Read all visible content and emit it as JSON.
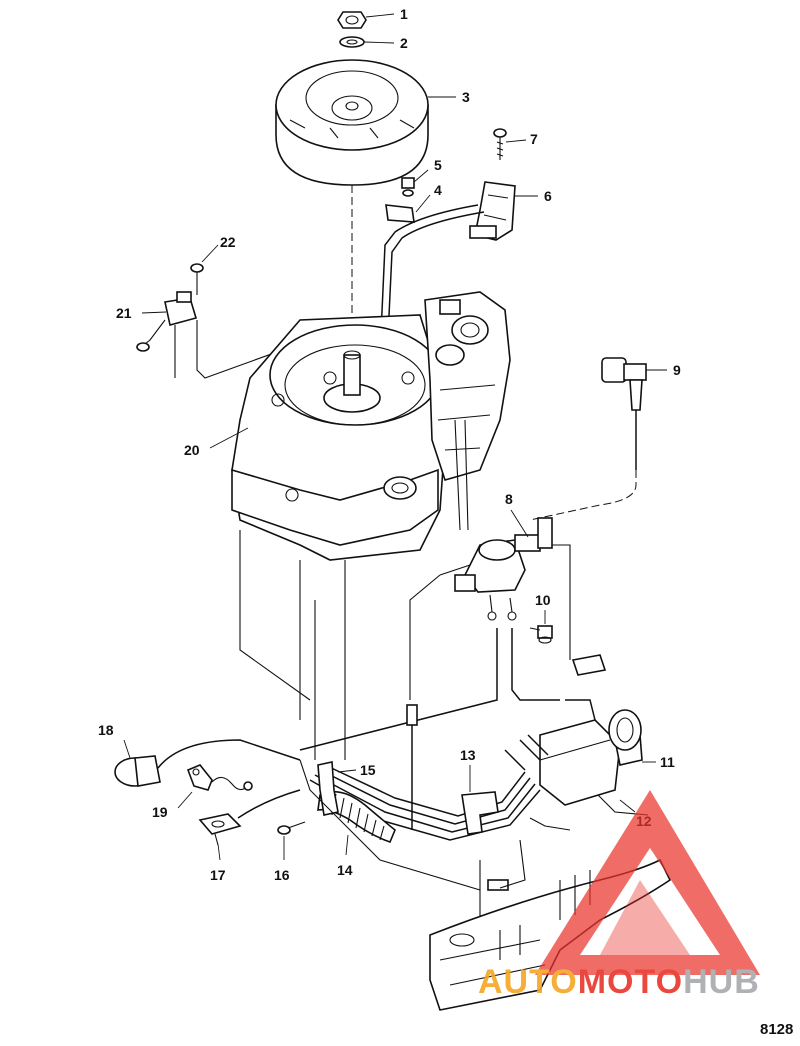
{
  "callouts": [
    "1",
    "2",
    "3",
    "4",
    "5",
    "6",
    "7",
    "8",
    "9",
    "10",
    "11",
    "12",
    "13",
    "14",
    "15",
    "16",
    "17",
    "18",
    "19",
    "20",
    "21",
    "22"
  ],
  "figure_number": "8128",
  "watermark": {
    "part1": "AUTO",
    "part2": "MOTO",
    "part3": "HUB",
    "colors": {
      "orange": "#f5a623",
      "red": "#e8342a",
      "gray": "#a7a9ac"
    }
  }
}
